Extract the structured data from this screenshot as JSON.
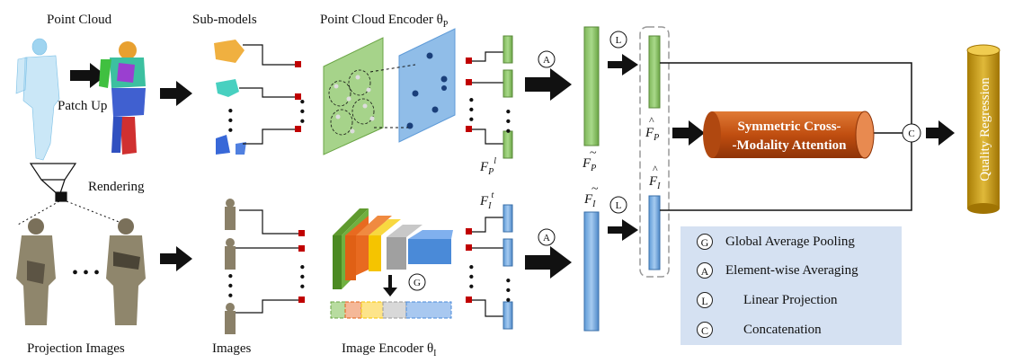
{
  "labels": {
    "point_cloud": "Point Cloud",
    "sub_models": "Sub-models",
    "pc_encoder": "Point Cloud Encoder θ",
    "pc_encoder_sub": "P",
    "patch_up": "Patch Up",
    "rendering": "Rendering",
    "projection_images": "Projection Images",
    "images": "Images",
    "image_encoder": "Image Encoder θ",
    "image_encoder_sub": "I",
    "f_p_l": "F",
    "f_p_l_sub": "P",
    "f_p_l_sup": "l",
    "f_i_t": "F",
    "f_i_t_sub": "I",
    "f_i_t_sup": "t",
    "f_p_tilde": "F",
    "f_p_tilde_sub": "P",
    "f_i_tilde": "F",
    "f_i_tilde_sub": "I",
    "f_p_hat": "F",
    "f_p_hat_sub": "P",
    "f_i_hat": "F",
    "f_i_hat_sub": "I",
    "attention_line1": "Symmetric Cross-",
    "attention_line2": "-Modality Attention",
    "quality_regression": "Quality Regression",
    "dots": "• • •"
  },
  "ops": {
    "A": "A",
    "L": "L",
    "C": "C",
    "G": "G"
  },
  "legend": [
    {
      "symbol": "G",
      "text": "Global Average Pooling"
    },
    {
      "symbol": "A",
      "text": "Element-wise Averaging"
    },
    {
      "symbol": "L",
      "text": "Linear Projection"
    },
    {
      "symbol": "C",
      "text": "Concatenation"
    }
  ],
  "colors": {
    "green_feature": "#8fc46a",
    "blue_feature": "#7aaee0",
    "attention": "#c9561a",
    "regression": "#c79a10",
    "legend_bg": "#d5e1f2",
    "marker_red": "#c00000"
  }
}
